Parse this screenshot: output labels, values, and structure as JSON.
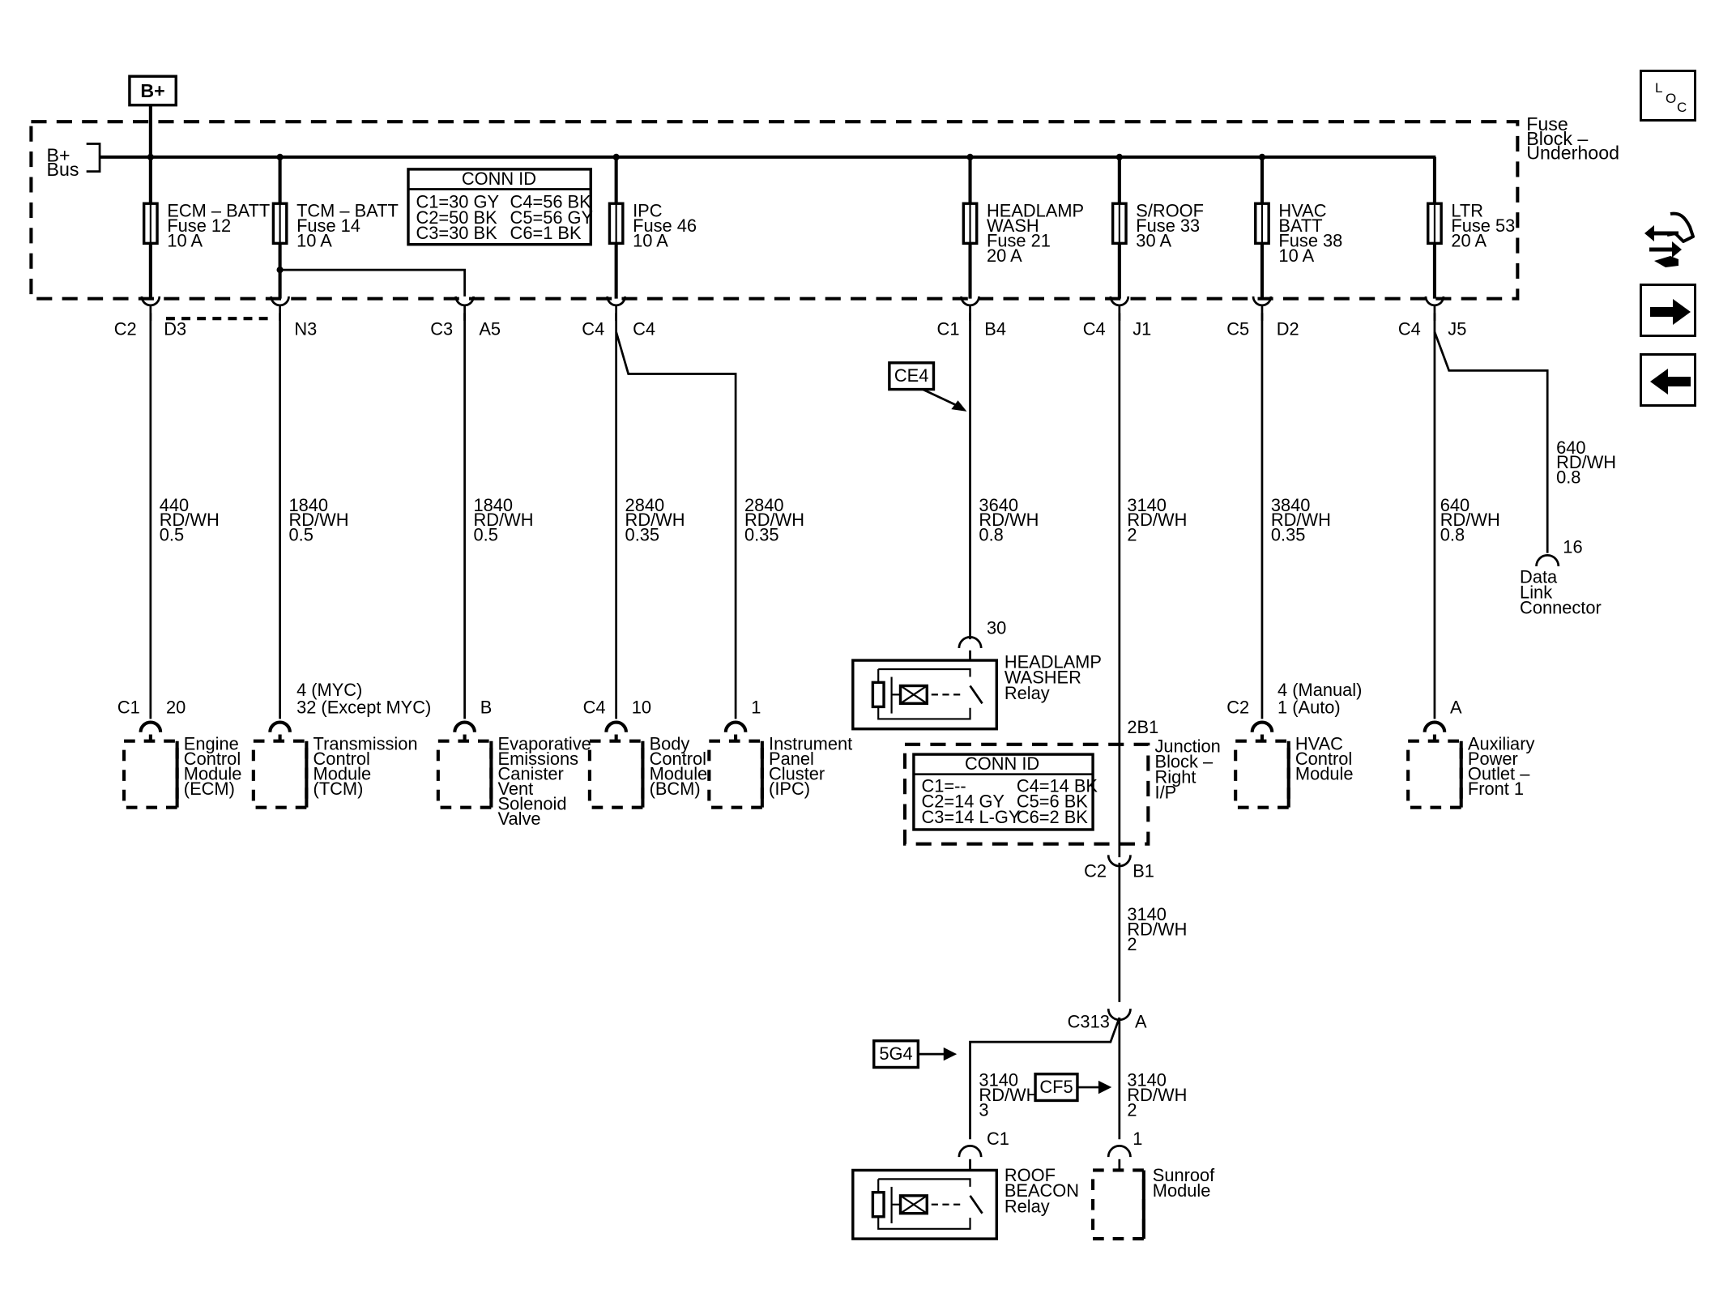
{
  "source": {
    "label": "B+"
  },
  "fuse_block": {
    "title_line1": "Fuse",
    "title_line2": "Block –",
    "title_line3": "Underhood",
    "bus_line1": "B+",
    "bus_line2": "Bus"
  },
  "conn_id_1": {
    "title": "CONN ID",
    "left": [
      "C1=30 GY",
      "C2=50 BK",
      "C3=30 BK"
    ],
    "right": [
      "C4=56 BK",
      "C5=56 GY",
      "C6=1 BK"
    ]
  },
  "conn_id_2": {
    "title": "CONN ID",
    "left": [
      "C1=--",
      "C2=14 GY",
      "C3=14 L-GY"
    ],
    "right": [
      "C4=14 BK",
      "C5=6 BK",
      "C6=2 BK"
    ]
  },
  "fuses": [
    {
      "name": [
        "ECM – BATT",
        "Fuse 12",
        "10 A"
      ]
    },
    {
      "name": [
        "TCM – BATT",
        "Fuse 14",
        "10 A"
      ]
    },
    {
      "name": [
        "IPC",
        "Fuse 46",
        "10 A"
      ]
    },
    {
      "name": [
        "HEADLAMP",
        "WASH",
        "Fuse 21",
        "20 A"
      ]
    },
    {
      "name": [
        "S/ROOF",
        "Fuse 33",
        "30 A"
      ]
    },
    {
      "name": [
        "HVAC",
        "BATT",
        "Fuse 38",
        "10 A"
      ]
    },
    {
      "name": [
        "LTR",
        "Fuse 53",
        "20 A"
      ]
    }
  ],
  "connectors": {
    "c1l": "C2",
    "c1r": "D3",
    "c2r": "N3",
    "c3l": "C3",
    "c3r": "A5",
    "c4l": "C4",
    "c4r": "C4",
    "c5l": "C1",
    "c5r": "B4",
    "c6l": "C4",
    "c6r": "J1",
    "c7l": "C5",
    "c7r": "D2",
    "c8l": "C4",
    "c8r": "J5",
    "jb_top": "2B1",
    "jb_bot_l": "C2",
    "jb_bot_r": "B1",
    "c313_l": "C313",
    "c313_r": "A"
  },
  "wires": [
    [
      "440",
      "RD/WH",
      "0.5"
    ],
    [
      "1840",
      "RD/WH",
      "0.5"
    ],
    [
      "1840",
      "RD/WH",
      "0.5"
    ],
    [
      "2840",
      "RD/WH",
      "0.35"
    ],
    [
      "2840",
      "RD/WH",
      "0.35"
    ],
    [
      "3640",
      "RD/WH",
      "0.8"
    ],
    [
      "3140",
      "RD/WH",
      "2"
    ],
    [
      "3840",
      "RD/WH",
      "0.35"
    ],
    [
      "640",
      "RD/WH",
      "0.8"
    ],
    [
      "640",
      "RD/WH",
      "0.8"
    ],
    [
      "3140",
      "RD/WH",
      "2"
    ],
    [
      "3140",
      "RD/WH",
      "3"
    ],
    [
      "3140",
      "RD/WH",
      "2"
    ]
  ],
  "refs": {
    "ce4": "CE4",
    "g54": "5G4",
    "cf5": "CF5"
  },
  "pins": {
    "ecm_conn": "C1",
    "ecm_pin": "20",
    "tcm_pin1": "4 (MYC)",
    "tcm_pin2": "32 (Except MYC)",
    "evap_pin": "B",
    "bcm_conn": "C4",
    "bcm_pin": "10",
    "ipc_pin": "1",
    "hl_relay_pin": "30",
    "hvac_conn": "C2",
    "hvac_pin1": "4 (Manual)",
    "hvac_pin2": "1 (Auto)",
    "aux_pin": "A",
    "dlc_pin": "16",
    "roof_relay_pin": "C1",
    "sunroof_pin": "1"
  },
  "components": {
    "ecm": [
      "Engine",
      "Control",
      "Module",
      "(ECM)"
    ],
    "tcm": [
      "Transmission",
      "Control",
      "Module",
      "(TCM)"
    ],
    "evap": [
      "Evaporative",
      "Emissions",
      "Canister",
      "Vent",
      "Solenoid",
      "Valve"
    ],
    "bcm": [
      "Body",
      "Control",
      "Module",
      "(BCM)"
    ],
    "ipc": [
      "Instrument",
      "Panel",
      "Cluster",
      "(IPC)"
    ],
    "hl_relay": [
      "HEADLAMP",
      "WASHER",
      "Relay"
    ],
    "junction": [
      "Junction",
      "Block –",
      "Right",
      "I/P"
    ],
    "hvac": [
      "HVAC",
      "Control",
      "Module"
    ],
    "aux": [
      "Auxiliary",
      "Power",
      "Outlet –",
      "Front 1"
    ],
    "dlc": [
      "Data",
      "Link",
      "Connector"
    ],
    "roof_relay": [
      "ROOF",
      "BEACON",
      "Relay"
    ],
    "sunroof": [
      "Sunroof",
      "Module"
    ]
  },
  "nav": {
    "loc_l": "L",
    "loc_o": "O",
    "loc_c": "C"
  },
  "icons": [
    "loc-icon",
    "harness-icon",
    "next-arrow-icon",
    "prev-arrow-icon"
  ]
}
